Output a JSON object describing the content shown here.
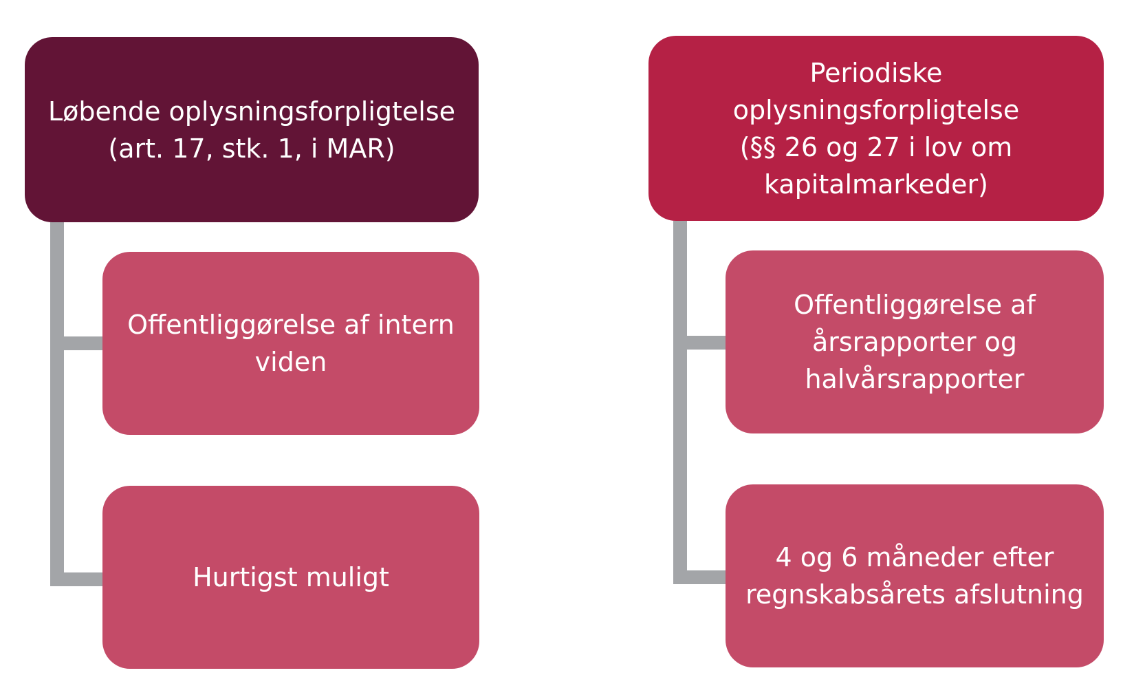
{
  "colors": {
    "left_header": "#621436",
    "right_header": "#b52145",
    "child": "#c44b68",
    "connector": "#a3a5a8",
    "text": "#ffffff"
  },
  "left": {
    "header": {
      "lines": [
        "Løbende oplysningsforpligtelse",
        "(art. 17, stk. 1, i MAR)"
      ]
    },
    "children": [
      {
        "lines": [
          "Offentliggørelse af intern",
          "viden"
        ]
      },
      {
        "lines": [
          "Hurtigst muligt"
        ]
      }
    ]
  },
  "right": {
    "header": {
      "lines": [
        "Periodiske",
        "oplysningsforpligtelse",
        "(§§ 26 og 27 i lov om",
        "kapitalmarkeder)"
      ]
    },
    "children": [
      {
        "lines": [
          "Offentliggørelse af",
          "årsrapporter og",
          "halvårsrapporter"
        ]
      },
      {
        "lines": [
          "4 og 6 måneder efter",
          "regnskabsårets afslutning"
        ]
      }
    ]
  }
}
